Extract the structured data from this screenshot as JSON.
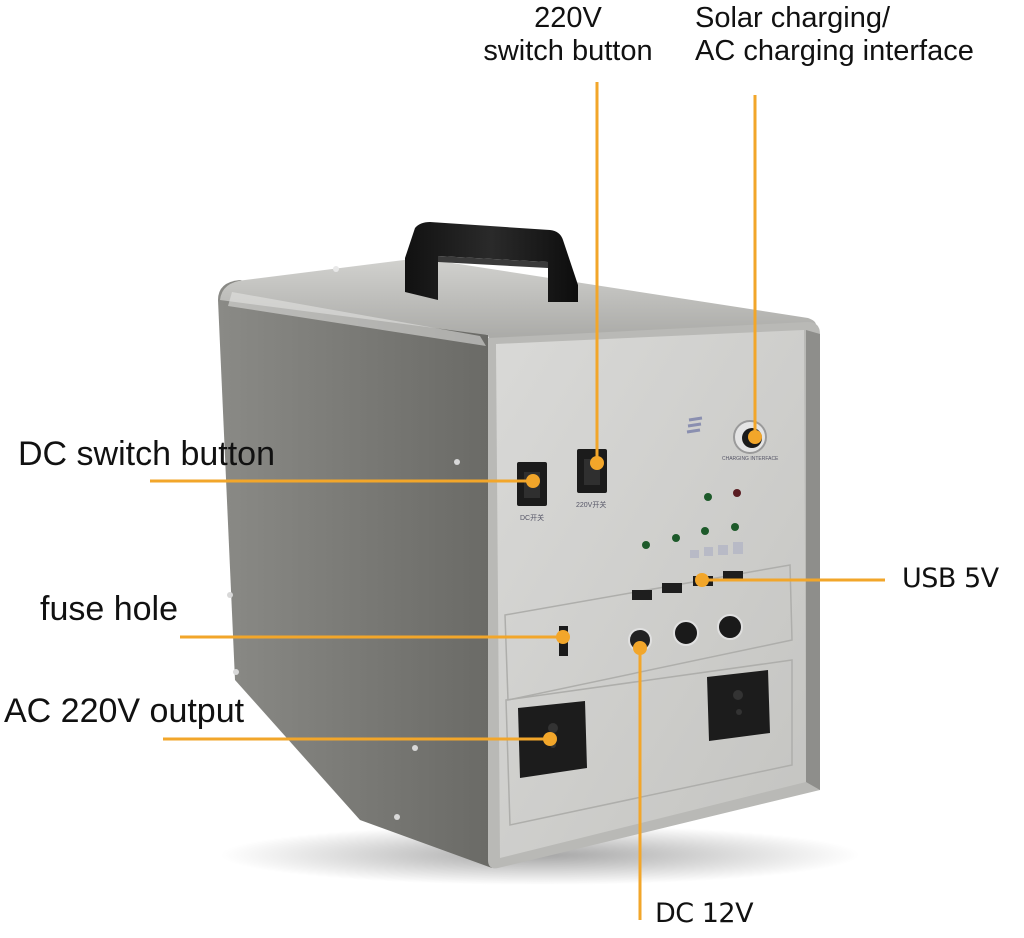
{
  "diagram": {
    "subject": "Portable power station front panel",
    "accent_color": "#f2a62a",
    "callouts": [
      {
        "id": "switch_220v",
        "lines": [
          "220V",
          "switch button"
        ]
      },
      {
        "id": "solar_ac_charging",
        "lines": [
          "Solar charging/",
          "AC charging interface"
        ]
      },
      {
        "id": "dc_switch",
        "lines": [
          "DC switch button"
        ]
      },
      {
        "id": "usb",
        "lines": [
          "USB 5V"
        ]
      },
      {
        "id": "fuse",
        "lines": [
          "fuse hole"
        ]
      },
      {
        "id": "ac_output",
        "lines": [
          "AC 220V output"
        ]
      },
      {
        "id": "dc_12v",
        "lines": [
          "DC 12V"
        ]
      }
    ]
  }
}
